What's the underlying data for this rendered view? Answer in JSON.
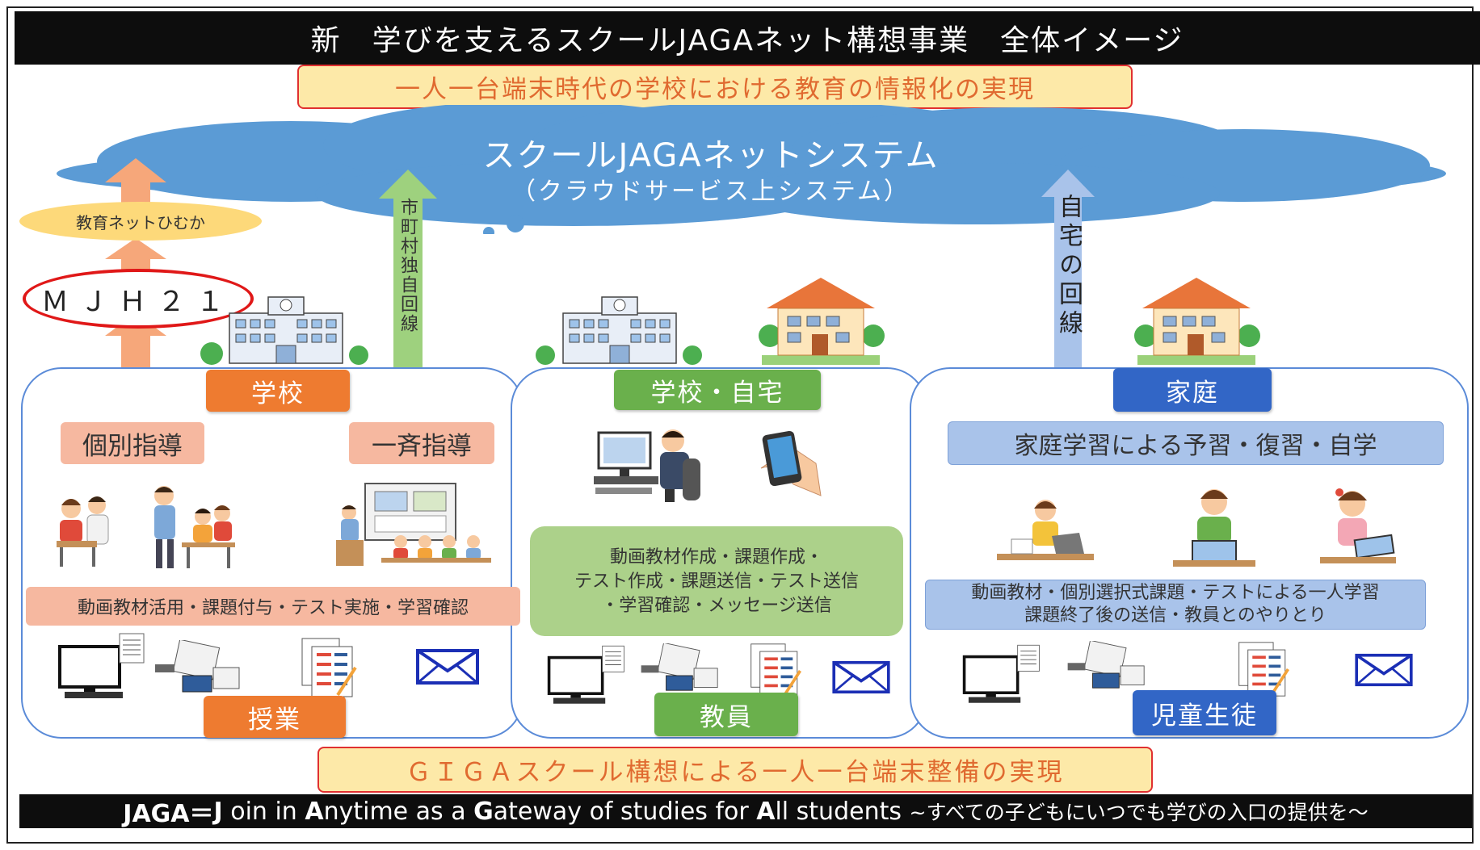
{
  "title": "新　学びを支えるスクールJAGAネット構想事業　全体イメージ",
  "banner_top": "一人一台端末時代の学校における教育の情報化の実現",
  "banner_bottom": "ＧＩＧＡスクール構想による一人一台端末整備の実現",
  "cloud": {
    "title": "スクールJAGAネットシステム",
    "subtitle": "（クラウドサービス上システム）"
  },
  "left_side": {
    "kyoiku_net": "教育ネットひむか",
    "mjh": "ＭＪＨ２１",
    "municipal_line": "市町村独自回線"
  },
  "home_line": "自宅の回線",
  "school_panel": {
    "tag": "学校",
    "individual": "個別指導",
    "group": "一斉指導",
    "activities": "動画教材活用・課題付与・テスト実施・学習確認",
    "bottom_tag": "授業"
  },
  "mid_panel": {
    "tag": "学校・自宅",
    "tasks_line1": "動画教材作成・課題作成・",
    "tasks_line2": "テスト作成・課題送信・テスト送信",
    "tasks_line3": "・学習確認・メッセージ送信",
    "bottom_tag": "教員"
  },
  "home_panel": {
    "tag": "家庭",
    "study": "家庭学習による予習・復習・自学",
    "activities_line1": "動画教材・個別選択式課題・テストによる一人学習",
    "activities_line2": "課題終了後の送信・教員とのやりとり",
    "bottom_tag": "児童生徒"
  },
  "footer": {
    "prefix": "JAGA＝",
    "j": "J",
    "j_rest": " oin in ",
    "a1": "A",
    "a1_rest": "nytime as a ",
    "g": "G",
    "g_rest": "ateway of studies for ",
    "a2": "A",
    "a2_rest": "ll students ",
    "jp": "~すべての子どもにいつでも学びの入口の提供を～"
  },
  "colors": {
    "cloud": "#5b9bd5",
    "orange": "#ee7b30",
    "green": "#6ab04c",
    "blue": "#3266c6"
  }
}
